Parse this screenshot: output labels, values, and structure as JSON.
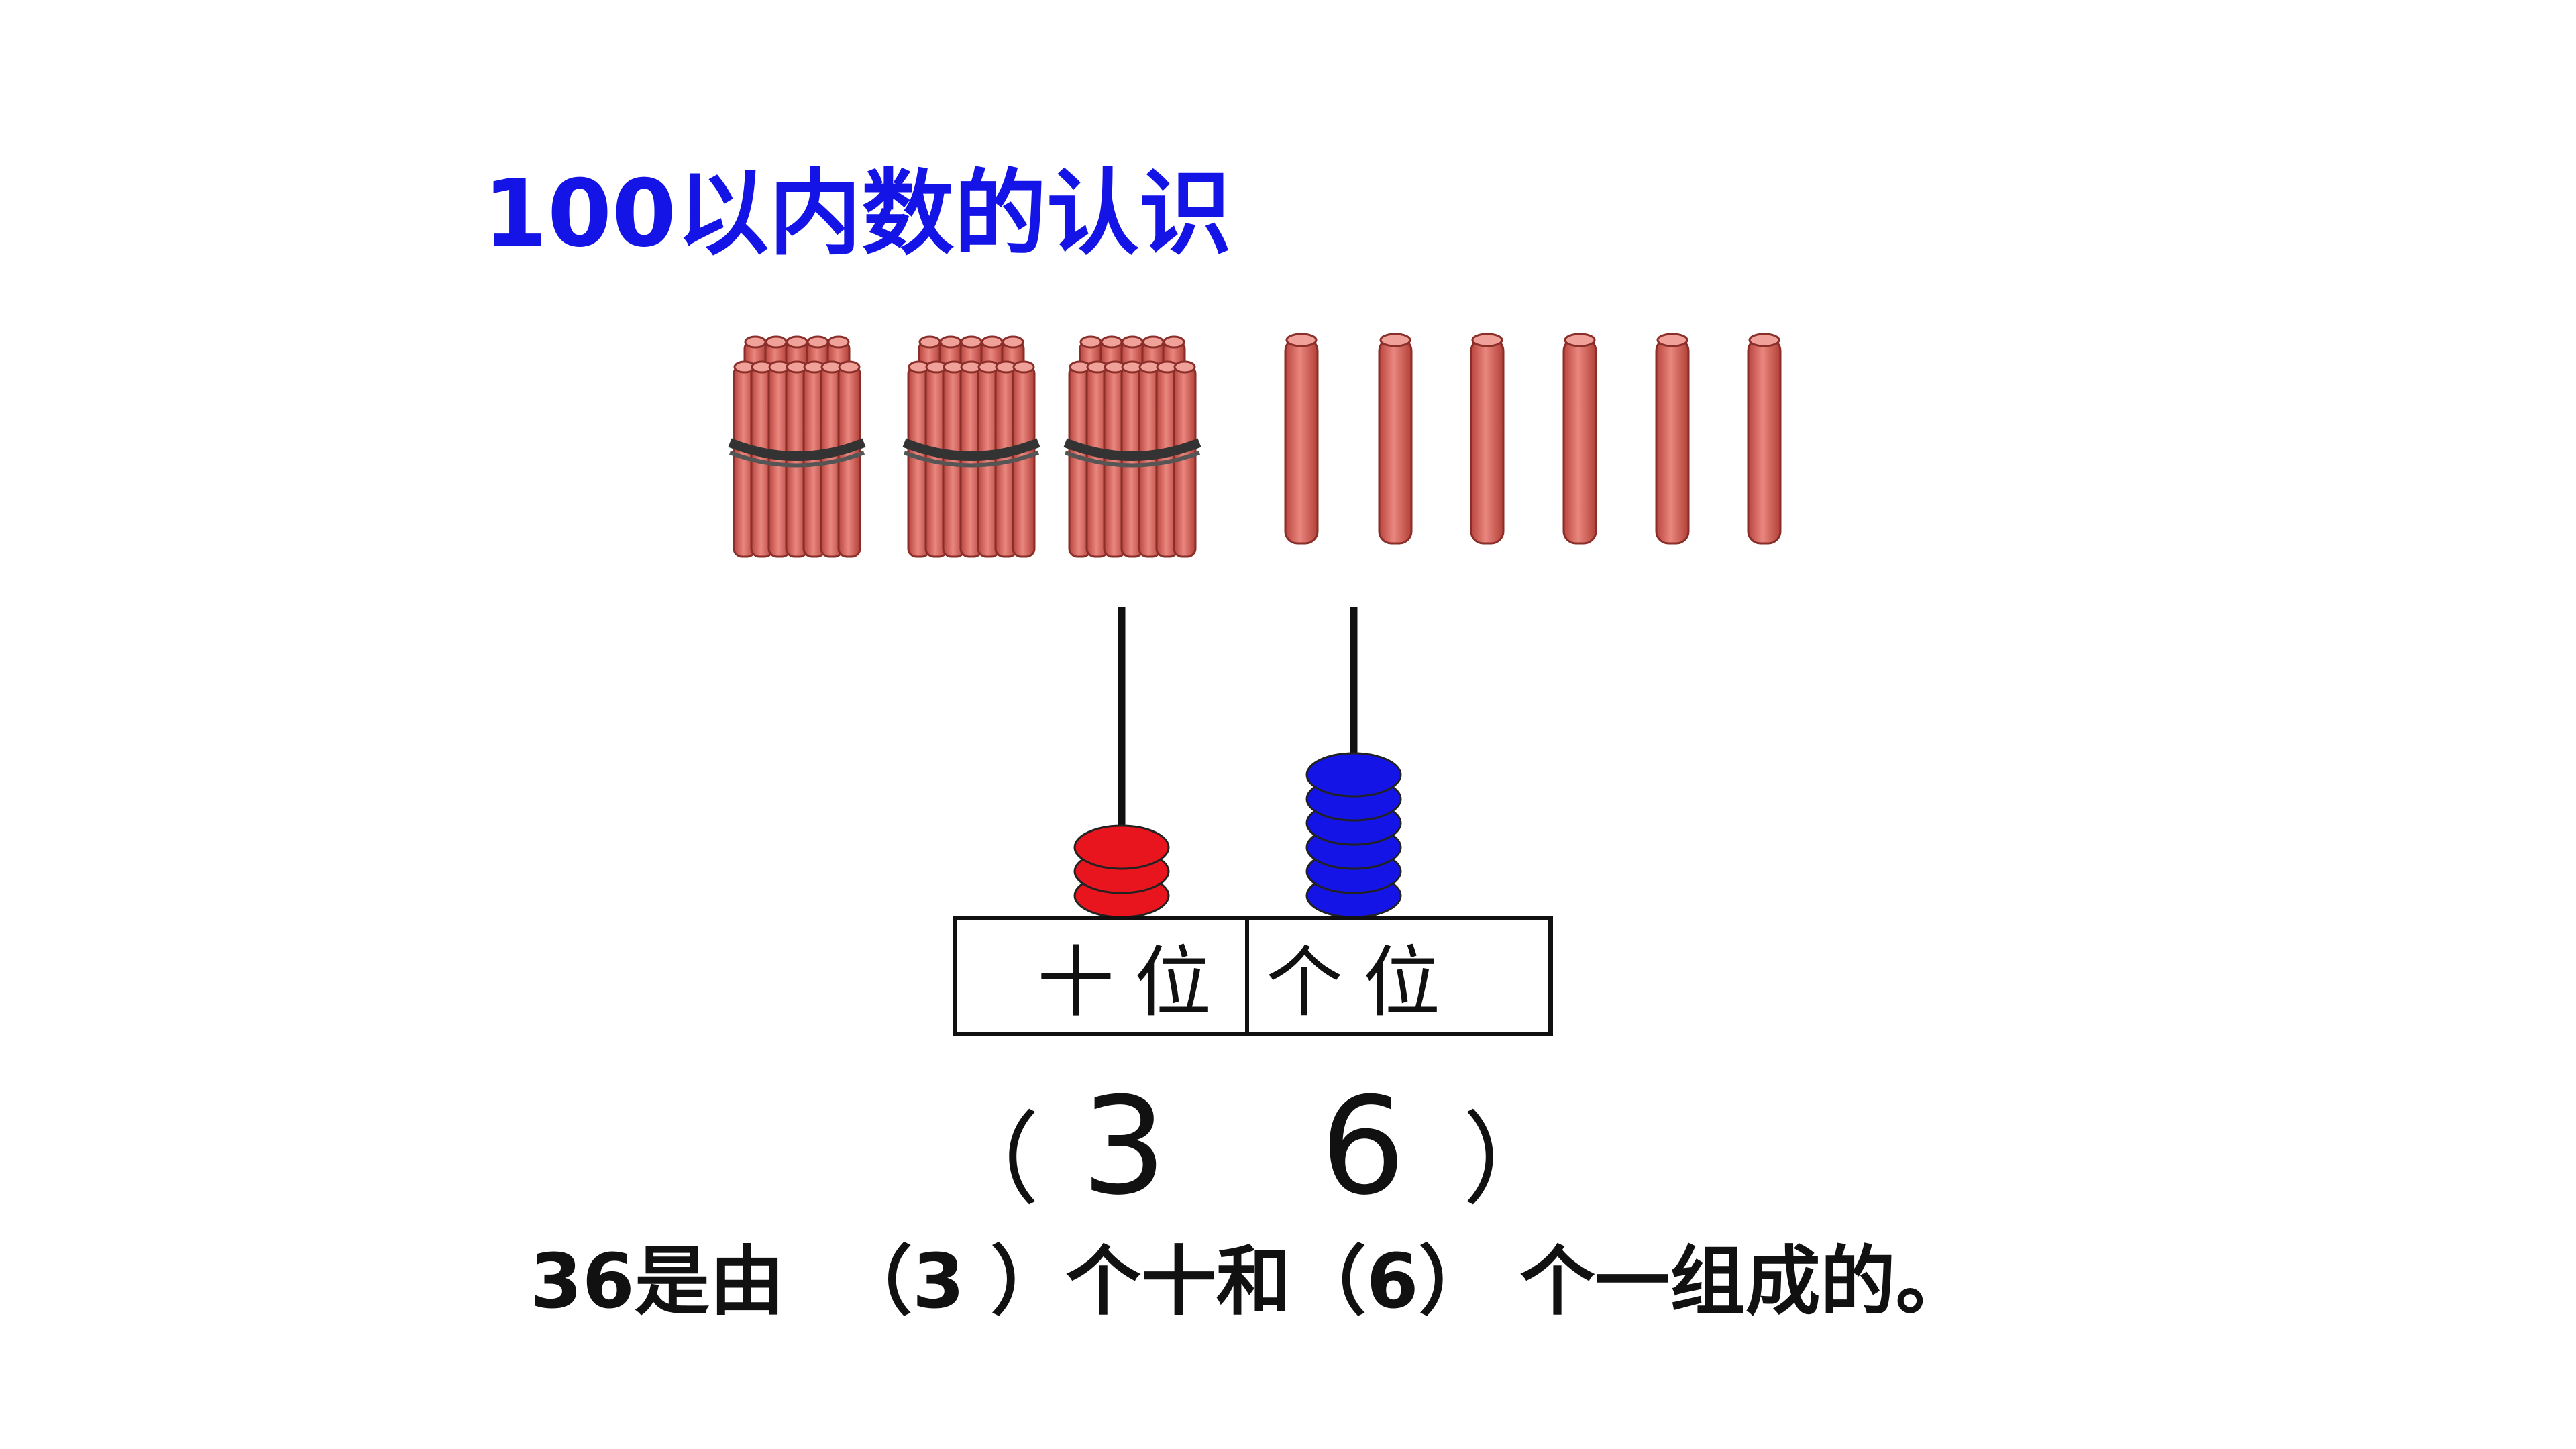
{
  "slide": {
    "title": "100以内数的认识",
    "tens_bundles": 3,
    "ones_sticks": 6,
    "tens_beads": 3,
    "ones_beads": 6,
    "colors": {
      "title": "#1414e6",
      "tens_bead": "#e8141e",
      "ones_bead": "#1414e6",
      "stick": "#d9655c"
    },
    "place_value": {
      "tens_label": "十位",
      "ones_label": "个位"
    },
    "number": {
      "open_paren": "（",
      "tens_digit": "3",
      "ones_digit": "6",
      "close_paren": "）"
    },
    "sentence": "36是由  （3 ）个十和（6） 个一组成的。"
  }
}
